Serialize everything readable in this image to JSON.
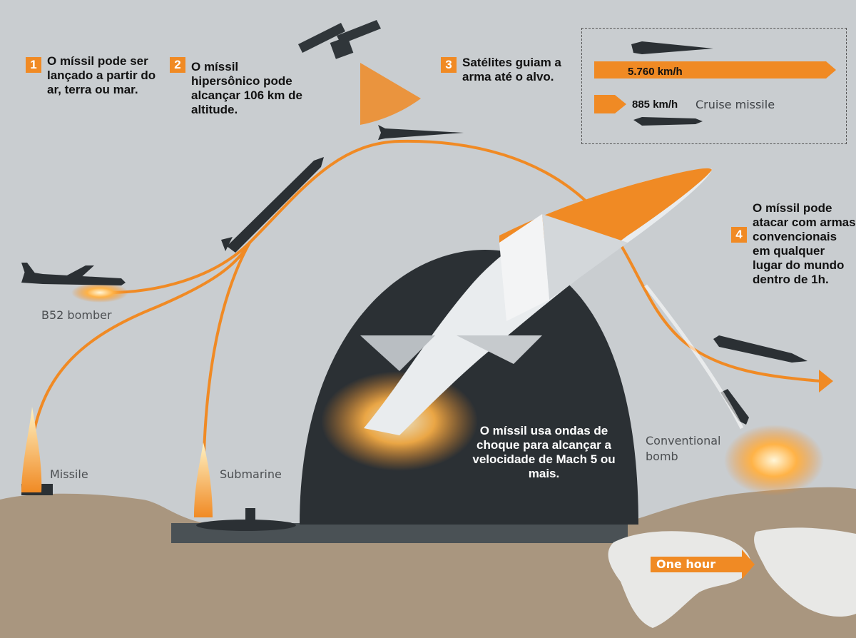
{
  "callouts": [
    {
      "num": "1",
      "text": "O míssil pode ser lançado a partir do ar, terra ou mar."
    },
    {
      "num": "2",
      "text": "O míssil hipersônico pode alcançar 106 km de altitude."
    },
    {
      "num": "3",
      "text": "Satélites guiam a arma até o alvo."
    },
    {
      "num": "4",
      "text": "O míssil pode atacar com armas convencionais em qualquer lugar do mundo dentro de 1h."
    }
  ],
  "shockwave_text": "O míssil usa ondas de choque para alcançar a velocidade de Mach 5 ou mais.",
  "legend": {
    "hypersonic_speed": "5.760 km/h",
    "cruise_speed": "885 km/h",
    "cruise_label": "Cruise missile"
  },
  "labels": {
    "bomber": "B52 bomber",
    "missile": "Missile",
    "submarine": "Submarine",
    "bomb": "Conventional bomb",
    "one_hour": "One hour"
  },
  "colors": {
    "accent": "#f08a24",
    "sky": "#c9cdd0",
    "ground": "#a9967f",
    "dark": "#2b3034"
  }
}
